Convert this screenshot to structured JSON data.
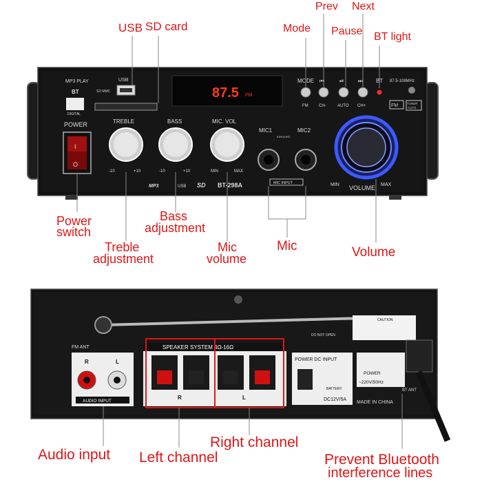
{
  "callouts": {
    "usb": "USB",
    "sd_card": "SD card",
    "mode": "Mode",
    "prev": "Prev",
    "pause": "Pause",
    "next": "Next",
    "bt_light": "BT light",
    "power_switch": "Power switch",
    "power_switch_l1": "Power",
    "power_switch_l2": "switch",
    "treble_l1": "Treble",
    "treble_l2": "adjustment",
    "bass_l1": "Bass",
    "bass_l2": "adjustment",
    "mic_volume_l1": "Mic",
    "mic_volume_l2": "volume",
    "mic": "Mic",
    "volume": "Volume",
    "audio_input": "Audio input",
    "left_channel": "Left channel",
    "right_channel": "Right channel",
    "prevent_bt_l1": "Prevent Bluetooth",
    "prevent_bt_l2": "interference lines"
  },
  "front_panel": {
    "mp3_play": "MP3 PLAY",
    "bt": "BT",
    "digital": "DIGITAL",
    "usb": "USB",
    "sd_mmc": "SD MMC",
    "display_freq": "87.5",
    "display_unit": "FM",
    "mode": "MODE",
    "ch_minus": "CH-",
    "auto": "AUTO",
    "ch_plus": "CH+",
    "bt_label": "BT",
    "fm": "FM",
    "range": "87.5-108MHz",
    "tuner": "TUNER",
    "tuner_auto": "AUTO",
    "power": "POWER",
    "treble": "TREBLE",
    "bass": "BASS",
    "mic_vol": "MIC. VOL",
    "minus10": "-10",
    "plus10": "+10",
    "min": "MIN",
    "max": "MAX",
    "mic1": "MIC1",
    "mic2": "MIC2",
    "karaoke": "KARAOKE",
    "mic_input": "MIC INPUT",
    "mp3_logo": "MP3",
    "usb_logo": "USB",
    "sd_logo": "SD",
    "model": "BT-298A",
    "volume": "VOLUME",
    "vol_min": "MIN",
    "vol_max": "MAX"
  },
  "rear_panel": {
    "fm_ant": "FM ANT",
    "r": "R",
    "l": "L",
    "audio_input": "AUDIO INPUT",
    "speaker_system": "SPEAKER SYSTEM 4Ω-16Ω",
    "power_dc_input": "POWER DC INPUT",
    "battery": "BATTERY",
    "dc_rating": "DC12V/5A",
    "power": "POWER",
    "ac_rating": "~220V/50Hz",
    "made_in_china": "MADE IN CHINA",
    "bt_ant": "BT ANT",
    "caution": "CAUTION",
    "do_not_open": "DO NOT OPEN"
  },
  "colors": {
    "callout_red": "#e01515",
    "panel_black": "#141414",
    "display_red": "#ff3a1a",
    "volume_glow": "#3b5bff",
    "terminal_red": "#d01010"
  }
}
